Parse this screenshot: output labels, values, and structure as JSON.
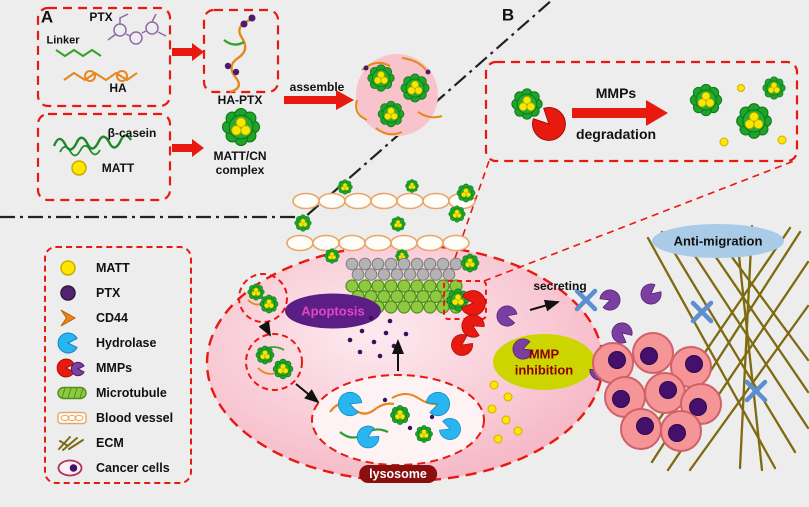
{
  "panel_a": {
    "label": "A",
    "ptx": "PTX",
    "linker": "Linker",
    "ha": "HA",
    "beta_casein": "β-casein",
    "matt": "MATT",
    "ha_ptx": "HA-PTX",
    "matt_cn_line1": "MATT/CN",
    "matt_cn_line2": "complex",
    "assemble": "assemble"
  },
  "panel_b": {
    "label": "B",
    "mmps": "MMPs",
    "degradation": "degradation"
  },
  "legend": {
    "items": [
      {
        "label": "MATT",
        "icon": "matt-icon"
      },
      {
        "label": "PTX",
        "icon": "ptx-icon"
      },
      {
        "label": "CD44",
        "icon": "cd44-icon"
      },
      {
        "label": "Hydrolase",
        "icon": "hydrolase-icon"
      },
      {
        "label": "MMPs",
        "icon": "mmps-icon"
      },
      {
        "label": "Microtubule",
        "icon": "microtubule-icon"
      },
      {
        "label": "Blood vessel",
        "icon": "blood-vessel-icon"
      },
      {
        "label": "ECM",
        "icon": "ecm-icon"
      },
      {
        "label": "Cancer cells",
        "icon": "cancer-cells-icon"
      }
    ]
  },
  "cell_diagram": {
    "apoptosis": "Apoptosis",
    "lysosome": "lysosome",
    "mmp_inhibition_line1": "MMP",
    "mmp_inhibition_line2": "inhibition",
    "secreting": "secreting",
    "anti_migration": "Anti-migration"
  },
  "colors": {
    "accent_red": "#e8190f",
    "nanoparticle_green": "#1fa32a",
    "matt_yellow": "#ffe600",
    "ptx_purple": "#53236e",
    "cell_pink": "#f8c9d4",
    "apoptosis_fill": "#5a1e85",
    "apoptosis_text": "#e743c3",
    "mmp_inhibition_fill": "#ccd500",
    "mmp_inhibition_text": "#8b0000",
    "anti_migration_fill": "#a9cbe7",
    "lysosome_label_bg": "#8a0f0f",
    "ecm_olive": "#7e6a10",
    "hydrolase_blue": "#29b6f0",
    "mmp_purple": "#7b3fa2"
  }
}
